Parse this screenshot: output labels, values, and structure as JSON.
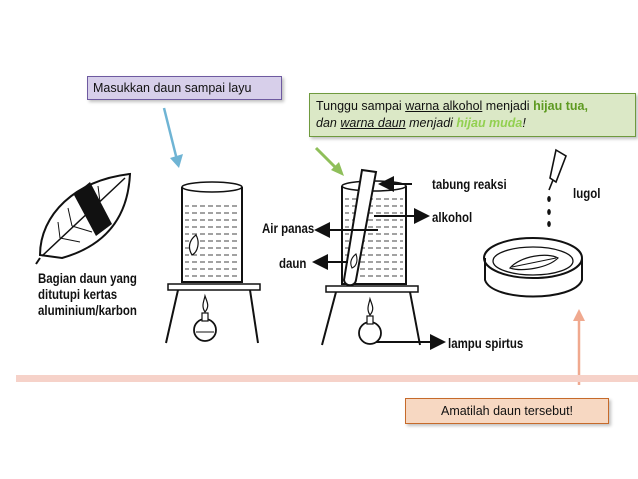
{
  "callouts": {
    "top_left": "Masukkan daun sampai layu",
    "top_right": {
      "line1_prefix": "Tunggu sampai ",
      "line1_underline": "warna alkohol",
      "line1_mid": " menjadi ",
      "line1_green": "hijau tua,",
      "line2_prefix": "dan ",
      "line2_underline": "warna daun",
      "line2_mid": " menjadi ",
      "line2_green": "hijau muda",
      "line2_end": "!"
    },
    "bottom": "Amatilah daun tersebut!"
  },
  "labels": {
    "leaf_caption_1": "Bagian daun yang",
    "leaf_caption_2": "ditutupi kertas",
    "leaf_caption_3": "aluminium/karbon",
    "tabung_reaksi": "tabung reaksi",
    "air_panas": "Air panas",
    "alkohol": "alkohol",
    "daun": "daun",
    "lampu_spirtus": "lampu spirtus",
    "lugol": "lugol"
  },
  "colors": {
    "purple_box": "#d7cfea",
    "green_box": "#dbe8c6",
    "orange_box": "#f7d8c2",
    "blue_arrow": "#6fb4d4",
    "green_arrow": "#8fbf5a",
    "orange_arrow": "#f0a98f",
    "dark_green_text": "#5e9a21",
    "light_green_text": "#92d050"
  },
  "icons": [
    "leaf-icon",
    "beaker-icon",
    "test-tube-icon",
    "spirit-lamp-icon",
    "dropper-icon",
    "petri-dish-icon"
  ]
}
